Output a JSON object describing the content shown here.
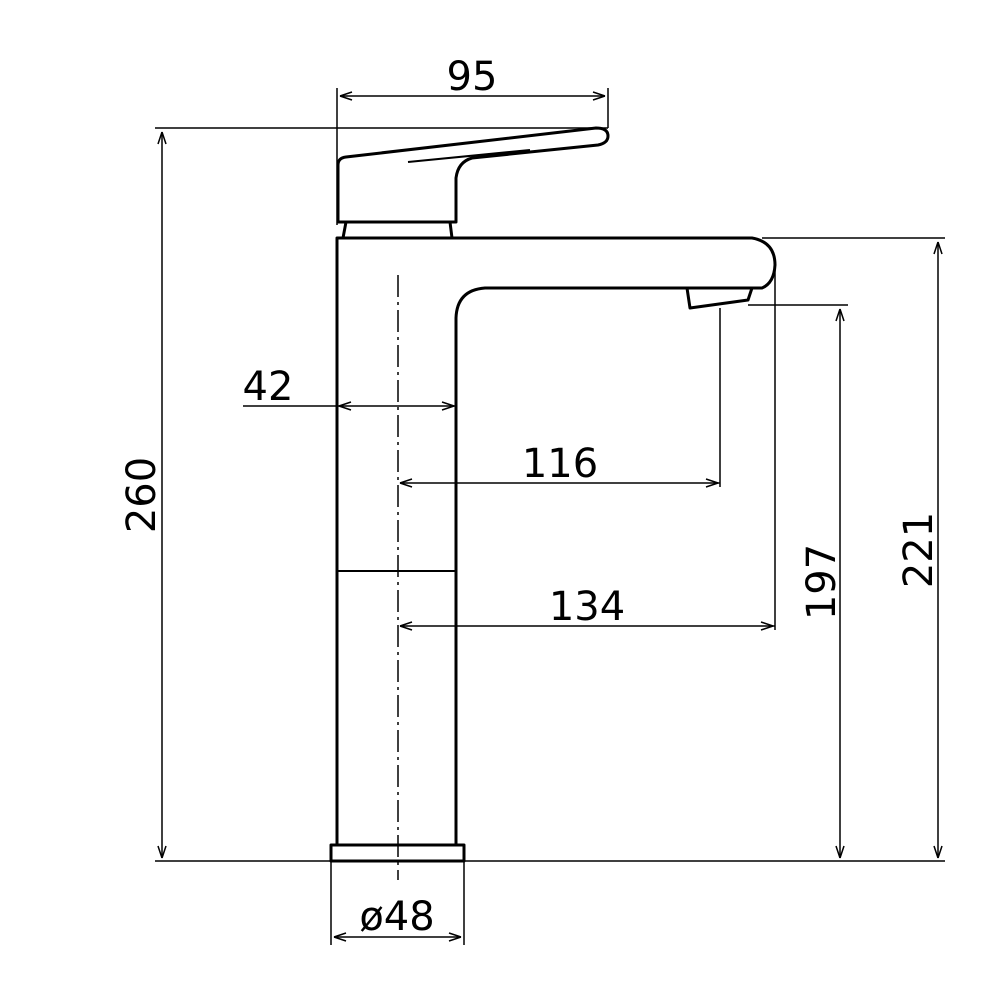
{
  "dimensions": {
    "handle_width": "95",
    "total_height": "260",
    "body_width": "42",
    "spout_outlet_reach": "116",
    "spout_total_reach": "134",
    "outlet_height": "197",
    "spout_height": "221",
    "base_diameter": "ø48"
  }
}
